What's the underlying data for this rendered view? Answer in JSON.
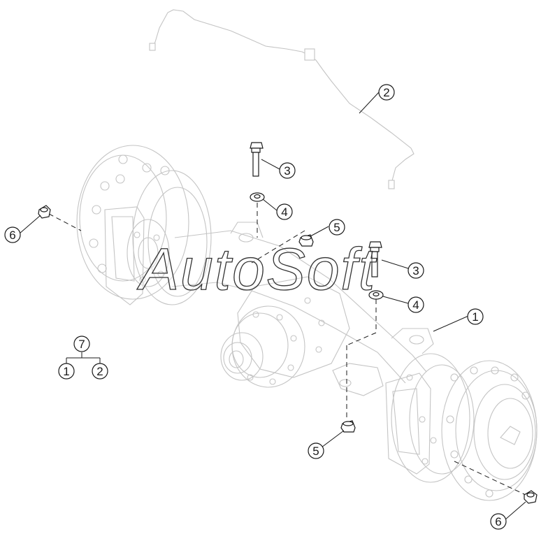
{
  "watermark": {
    "text": "AutoSoft"
  },
  "callouts": [
    {
      "id": "c2",
      "label": "2"
    },
    {
      "id": "c3a",
      "label": "3"
    },
    {
      "id": "c4a",
      "label": "4"
    },
    {
      "id": "c5a",
      "label": "5"
    },
    {
      "id": "c3b",
      "label": "3"
    },
    {
      "id": "c4b",
      "label": "4"
    },
    {
      "id": "c1",
      "label": "1"
    },
    {
      "id": "c6a",
      "label": "6"
    },
    {
      "id": "c5b",
      "label": "5"
    },
    {
      "id": "c6b",
      "label": "6"
    }
  ],
  "assembly_tree": {
    "parent": "7",
    "children": [
      "1",
      "2"
    ]
  },
  "colors": {
    "line_art": "#c4c4c4",
    "ink": "#1a1a1a"
  }
}
